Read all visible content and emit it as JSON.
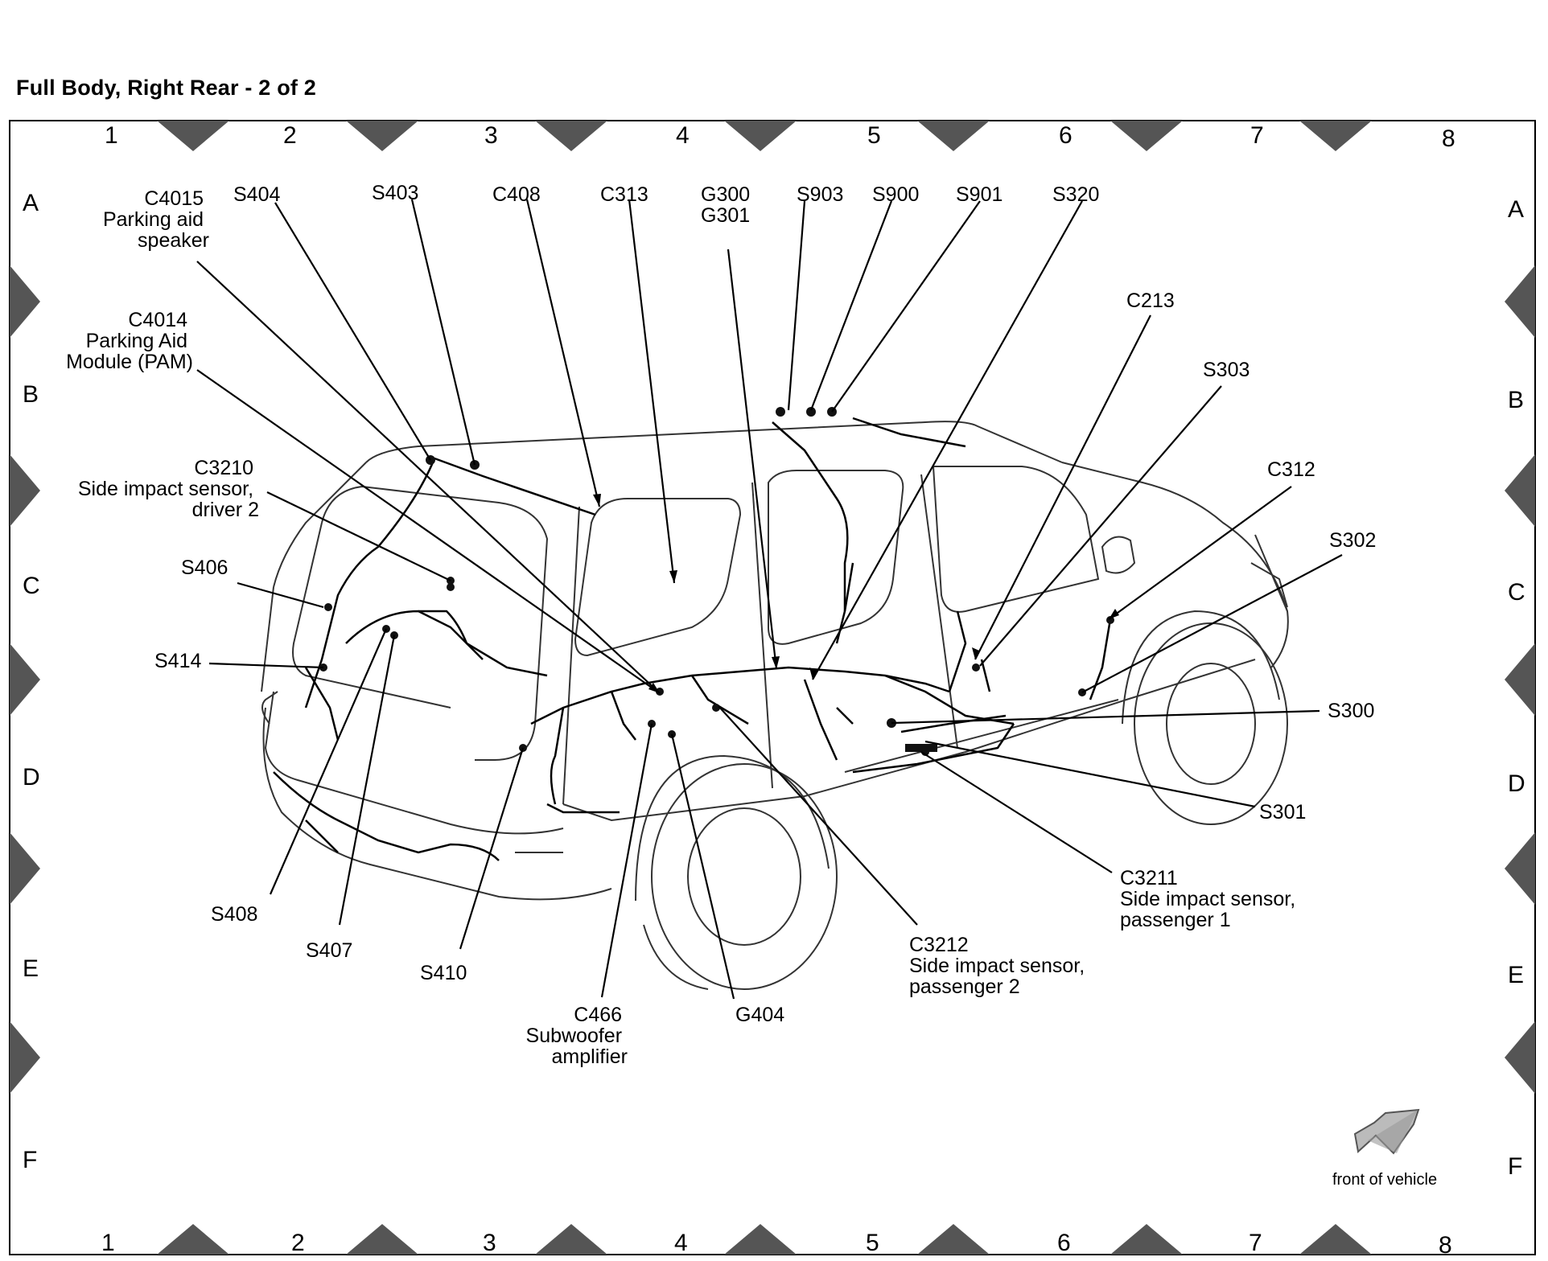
{
  "title": "Full Body, Right Rear - 2 of 2",
  "grid": {
    "columns": [
      "1",
      "2",
      "3",
      "4",
      "5",
      "6",
      "7",
      "8"
    ],
    "rows": [
      "A",
      "B",
      "C",
      "D",
      "E",
      "F"
    ]
  },
  "front_note": "front of vehicle",
  "labels": {
    "c4015": [
      "C4015",
      "Parking aid",
      "speaker"
    ],
    "s404": [
      "S404"
    ],
    "s403": [
      "S403"
    ],
    "c408": [
      "C408"
    ],
    "c313": [
      "C313"
    ],
    "g300": [
      "G300",
      "G301"
    ],
    "s903": [
      "S903"
    ],
    "s900": [
      "S900"
    ],
    "s901": [
      "S901"
    ],
    "s320": [
      "S320"
    ],
    "c4014": [
      "C4014",
      "Parking Aid",
      "Module (PAM)"
    ],
    "c213": [
      "C213"
    ],
    "s303": [
      "S303"
    ],
    "c3210": [
      "C3210",
      "Side impact sensor,",
      "driver 2"
    ],
    "c312": [
      "C312"
    ],
    "s302": [
      "S302"
    ],
    "s406": [
      "S406"
    ],
    "s414": [
      "S414"
    ],
    "s300": [
      "S300"
    ],
    "s301": [
      "S301"
    ],
    "c3211": [
      "C3211",
      "Side impact sensor,",
      "passenger 1"
    ],
    "s408": [
      "S408"
    ],
    "s407": [
      "S407"
    ],
    "s410": [
      "S410"
    ],
    "c3212": [
      "C3212",
      "Side impact sensor,",
      "passenger 2"
    ],
    "c466": [
      "C466",
      "Subwoofer",
      "amplifier"
    ],
    "g404": [
      "G404"
    ]
  }
}
